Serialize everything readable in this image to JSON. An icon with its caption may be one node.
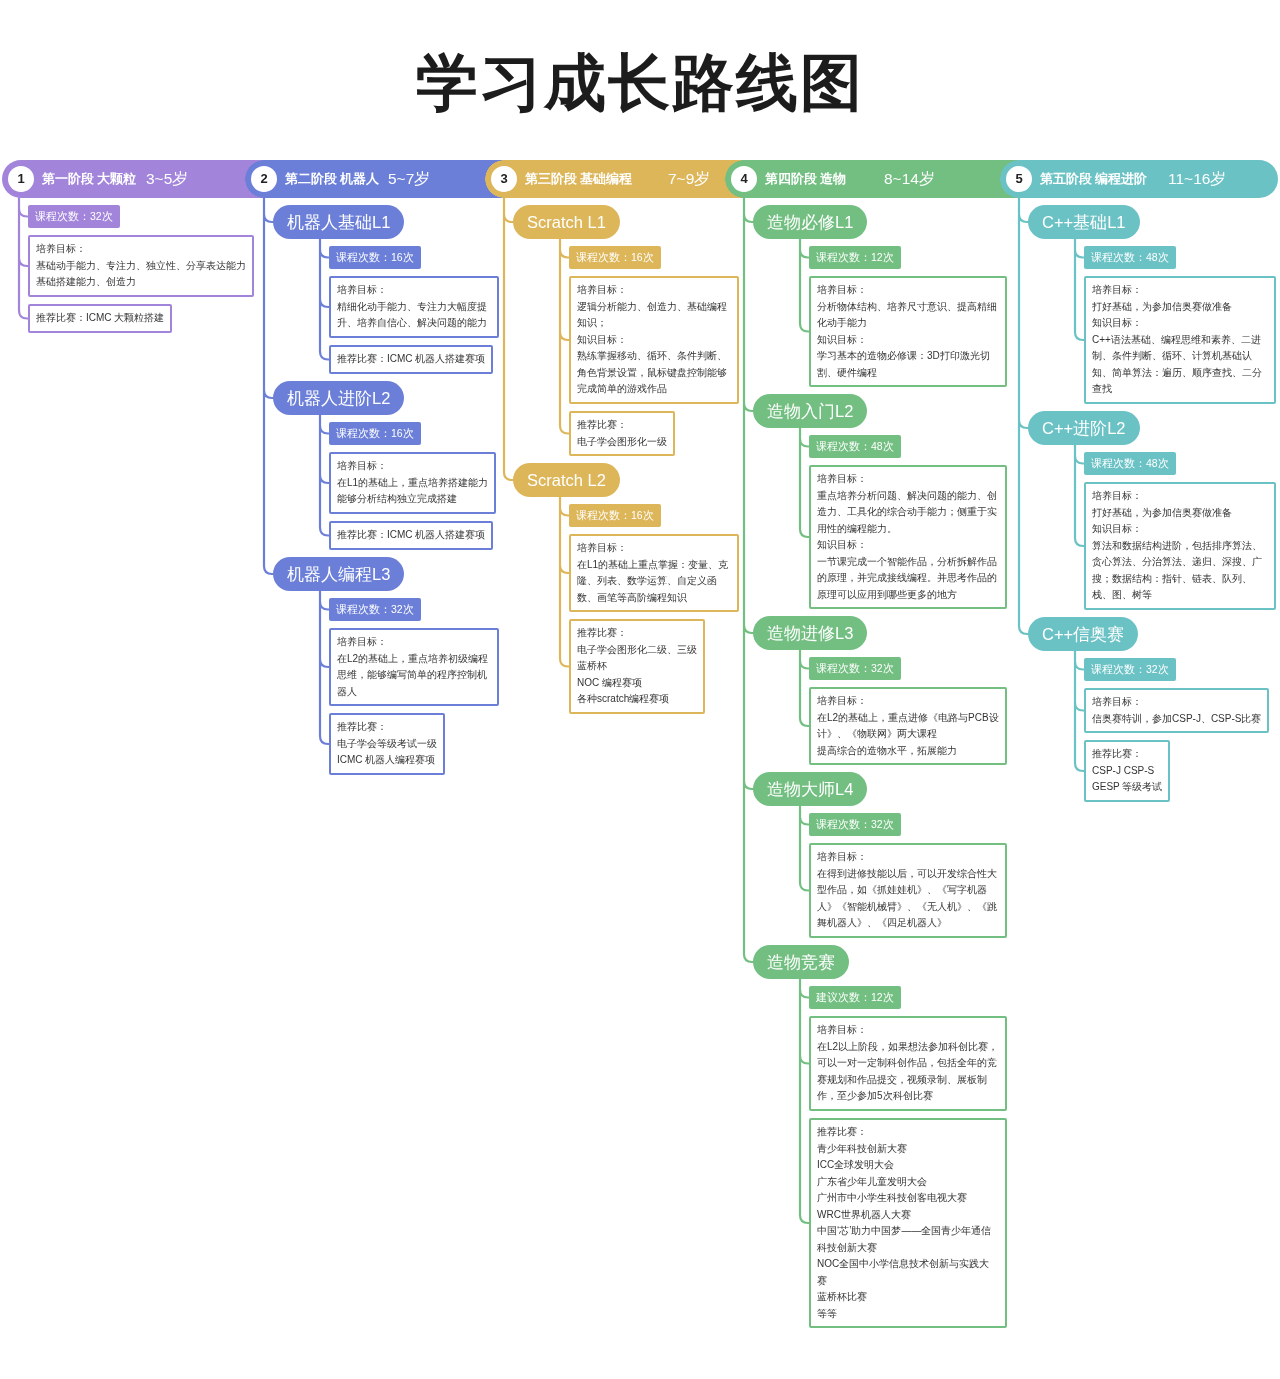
{
  "diagram": {
    "title": "学习成长路线图",
    "nodes": [
      {
        "text": [
          "1",
          "第一阶段 大颗粒",
          "3~5岁"
        ]
      },
      {
        "text": [
          "2",
          "第二阶段 机器人",
          "5~7岁"
        ]
      },
      {
        "text": [
          "3",
          "第三阶段 基础编程",
          "7~9岁"
        ]
      },
      {
        "text": [
          "4",
          "第四阶段 造物",
          "8~14岁"
        ]
      },
      {
        "text": [
          "5",
          "第五阶段 编程进阶",
          "11~16岁"
        ]
      },
      {
        "text": [
          "课程次数：32次"
        ]
      },
      {
        "text": [
          "培养目标：",
          "基础动手能力、专注力、独立性、分享表达能力",
          "基础搭建能力、创造力"
        ]
      },
      {
        "text": [
          "推荐比赛：ICMC 大颗粒搭建"
        ]
      },
      {
        "text": [
          "机器人基础L1"
        ]
      },
      {
        "text": [
          "课程次数：16次"
        ]
      },
      {
        "text": [
          "培养目标：",
          "精细化动手能力、专注力大幅度提升、培养自信心、解决问题的能力"
        ]
      },
      {
        "text": [
          "推荐比赛：ICMC 机器人搭建赛项"
        ]
      },
      {
        "text": [
          "机器人进阶L2"
        ]
      },
      {
        "text": [
          "课程次数：16次"
        ]
      },
      {
        "text": [
          "培养目标：",
          "在L1的基础上，重点培养搭建能力",
          "能够分析结构独立完成搭建"
        ]
      },
      {
        "text": [
          "推荐比赛：ICMC 机器人搭建赛项"
        ]
      },
      {
        "text": [
          "机器人编程L3"
        ]
      },
      {
        "text": [
          "课程次数：32次"
        ]
      },
      {
        "text": [
          "培养目标：",
          "在L2的基础上，重点培养初级编程思维，能够编写简单的程序控制机器人"
        ]
      },
      {
        "text": [
          "推荐比赛：",
          "电子学会等级考试一级",
          "ICMC 机器人编程赛项"
        ]
      },
      {
        "text": [
          "Scratch L1"
        ]
      },
      {
        "text": [
          "课程次数：16次"
        ]
      },
      {
        "text": [
          "培养目标：",
          "逻辑分析能力、创造力、基础编程知识；",
          "知识目标：",
          "熟练掌握移动、循环、条件判断、角色背景设置，鼠标键盘控制能够完成简单的游戏作品"
        ]
      },
      {
        "text": [
          "推荐比赛：",
          "电子学会图形化一级"
        ]
      },
      {
        "text": [
          "Scratch L2"
        ]
      },
      {
        "text": [
          "课程次数：16次"
        ]
      },
      {
        "text": [
          "培养目标：",
          "在L1的基础上重点掌握：变量、克隆、列表、数学运算、自定义函数、画笔等高阶编程知识"
        ]
      },
      {
        "text": [
          "推荐比赛：",
          "电子学会图形化二级、三级",
          "蓝桥杯",
          "NOC 编程赛项",
          "各种scratch编程赛项"
        ]
      },
      {
        "text": [
          "造物必修L1"
        ]
      },
      {
        "text": [
          "课程次数：12次"
        ]
      },
      {
        "text": [
          "培养目标：",
          "分析物体结构、培养尺寸意识、提高精细化动手能力",
          "知识目标：",
          "学习基本的造物必修课：3D打印激光切割、硬件编程"
        ]
      },
      {
        "text": [
          "造物入门L2"
        ]
      },
      {
        "text": [
          "课程次数：48次"
        ]
      },
      {
        "text": [
          "培养目标：",
          "重点培养分析问题、解决问题的能力、创造力、工具化的综合动手能力；侧重于实用性的编程能力。",
          "知识目标：",
          "一节课完成一个智能作品，分析拆解作品的原理，并完成接线编程。并思考作品的原理可以应用到哪些更多的地方"
        ]
      },
      {
        "text": [
          "造物进修L3"
        ]
      },
      {
        "text": [
          "课程次数：32次"
        ]
      },
      {
        "text": [
          "培养目标：",
          "在L2的基础上，重点进修《电路与PCB设计》、《物联网》两大课程",
          "提高综合的造物水平，拓展能力"
        ]
      },
      {
        "text": [
          "造物大师L4"
        ]
      },
      {
        "text": [
          "课程次数：32次"
        ]
      },
      {
        "text": [
          "培养目标：",
          "在得到进修技能以后，可以开发综合性大型作品，如《抓娃娃机》、《写字机器人》《智能机械臂》、《无人机》、《跳舞机器人》、《四足机器人》"
        ]
      },
      {
        "text": [
          "造物竞赛"
        ]
      },
      {
        "text": [
          "建议次数：12次"
        ]
      },
      {
        "text": [
          "培养目标：",
          "在L2以上阶段，如果想法参加科创比赛，可以一对一定制科创作品，包括全年的竞赛规划和作品提交，视频录制、展板制作，至少参加5次科创比赛"
        ]
      },
      {
        "text": [
          "推荐比赛：",
          "青少年科技创新大赛",
          "ICC全球发明大会",
          "广东省少年儿童发明大会",
          "广州市中小学生科技创客电视大赛",
          "WRC世界机器人大赛",
          "中国‘芯’助力中国梦——全国青少年通信科技创新大赛",
          "NOC全国中小学信息技术创新与实践大赛",
          "蓝桥杯比赛",
          "等等"
        ]
      },
      {
        "text": [
          "C++基础L1"
        ]
      },
      {
        "text": [
          "课程次数：48次"
        ]
      },
      {
        "text": [
          "培养目标：",
          "打好基础，为参加信奥赛做准备",
          "知识目标：",
          "C++语法基础、编程思维和素养、二进制、条件判断、循环、计算机基础认知、简单算法：遍历、顺序查找、二分查找"
        ]
      },
      {
        "text": [
          "C++进阶L2"
        ]
      },
      {
        "text": [
          "课程次数：48次"
        ]
      },
      {
        "text": [
          "培养目标：",
          "打好基础，为参加信奥赛做准备",
          "知识目标：",
          "算法和数据结构进阶，包括排序算法、贪心算法、分治算法、递归、深搜、广搜；数据结构：指针、链表、队列、栈、图、树等"
        ]
      },
      {
        "text": [
          "C++信奥赛"
        ]
      },
      {
        "text": [
          "课程次数：32次"
        ]
      },
      {
        "text": [
          "培养目标：",
          "信奥赛特训，参加CSP-J、CSP-S比赛"
        ]
      },
      {
        "text": [
          "推荐比赛：",
          "CSP-J CSP-S",
          "GESP 等级考试"
        ]
      }
    ],
    "edges": [
      {
        "from": 0,
        "to": 5,
        "arrow": "none",
        "color": "#a284db"
      },
      {
        "from": 0,
        "to": 6,
        "arrow": "none",
        "color": "#a284db"
      },
      {
        "from": 0,
        "to": 7,
        "arrow": "none",
        "color": "#a284db"
      },
      {
        "from": 1,
        "to": 8,
        "arrow": "none",
        "color": "#6b7fd8"
      },
      {
        "from": 8,
        "to": 9,
        "arrow": "none",
        "color": "#6b7fd8"
      },
      {
        "from": 8,
        "to": 10,
        "arrow": "none",
        "color": "#6b7fd8"
      },
      {
        "from": 8,
        "to": 11,
        "arrow": "none",
        "color": "#6b7fd8"
      },
      {
        "from": 1,
        "to": 12,
        "arrow": "none",
        "color": "#6b7fd8"
      },
      {
        "from": 12,
        "to": 13,
        "arrow": "none",
        "color": "#6b7fd8"
      },
      {
        "from": 12,
        "to": 14,
        "arrow": "none",
        "color": "#6b7fd8"
      },
      {
        "from": 12,
        "to": 15,
        "arrow": "none",
        "color": "#6b7fd8"
      },
      {
        "from": 1,
        "to": 16,
        "arrow": "none",
        "color": "#6b7fd8"
      },
      {
        "from": 16,
        "to": 17,
        "arrow": "none",
        "color": "#6b7fd8"
      },
      {
        "from": 16,
        "to": 18,
        "arrow": "none",
        "color": "#6b7fd8"
      },
      {
        "from": 16,
        "to": 19,
        "arrow": "none",
        "color": "#6b7fd8"
      },
      {
        "from": 2,
        "to": 20,
        "arrow": "none",
        "color": "#ddb659"
      },
      {
        "from": 20,
        "to": 21,
        "arrow": "none",
        "color": "#ddb659"
      },
      {
        "from": 20,
        "to": 22,
        "arrow": "none",
        "color": "#ddb659"
      },
      {
        "from": 20,
        "to": 23,
        "arrow": "none",
        "color": "#ddb659"
      },
      {
        "from": 2,
        "to": 24,
        "arrow": "none",
        "color": "#ddb659"
      },
      {
        "from": 24,
        "to": 25,
        "arrow": "none",
        "color": "#ddb659"
      },
      {
        "from": 24,
        "to": 26,
        "arrow": "none",
        "color": "#ddb659"
      },
      {
        "from": 24,
        "to": 27,
        "arrow": "none",
        "color": "#ddb659"
      },
      {
        "from": 3,
        "to": 28,
        "arrow": "none"
      },
      {
        "from": 28,
        "to": 29,
        "arrow": "none"
      },
      {
        "from": 28,
        "to": 30,
        "arrow": "none"
      },
      {
        "from": 3,
        "to": 31,
        "arrow": "none"
      },
      {
        "from": 31,
        "to": 32,
        "arrow": "none"
      },
      {
        "from": 31,
        "to": 33,
        "arrow": "none"
      },
      {
        "from": 3,
        "to": 34,
        "arrow": "none"
      },
      {
        "from": 34,
        "to": 35,
        "arrow": "none"
      },
      {
        "from": 34,
        "to": 36,
        "arrow": "none"
      },
      {
        "from": 3,
        "to": 37,
        "arrow": "none"
      },
      {
        "from": 37,
        "to": 38,
        "arrow": "none"
      },
      {
        "from": 37,
        "to": 39,
        "arrow": "none"
      },
      {
        "from": 3,
        "to": 40,
        "arrow": "none"
      },
      {
        "from": 40,
        "to": 41,
        "arrow": "none"
      },
      {
        "from": 40,
        "to": 42,
        "arrow": "none"
      },
      {
        "from": 40,
        "to": 43,
        "arrow": "none"
      },
      {
        "from": 4,
        "to": 44,
        "arrow": "none",
        "color": "#6bc2c5"
      },
      {
        "from": 44,
        "to": 45,
        "arrow": "none",
        "color": "#6bc2c5"
      },
      {
        "from": 44,
        "to": 46,
        "arrow": "none",
        "color": "#6bc2c5"
      },
      {
        "from": 4,
        "to": 47,
        "arrow": "none",
        "color": "#6bc2c5"
      },
      {
        "from": 47,
        "to": 48,
        "arrow": "none",
        "color": "#6bc2c5"
      },
      {
        "from": 47,
        "to": 49,
        "arrow": "none",
        "color": "#6bc2c5"
      },
      {
        "from": 4,
        "to": 50,
        "arrow": "none",
        "color": "#6bc2c5"
      },
      {
        "from": 50,
        "to": 51,
        "arrow": "none",
        "color": "#6bc2c5"
      },
      {
        "from": 50,
        "to": 52,
        "arrow": "none",
        "color": "#6bc2c5"
      },
      {
        "from": 50,
        "to": 53,
        "arrow": "none",
        "color": "#6bc2c5"
      }
    ]
  }
}
